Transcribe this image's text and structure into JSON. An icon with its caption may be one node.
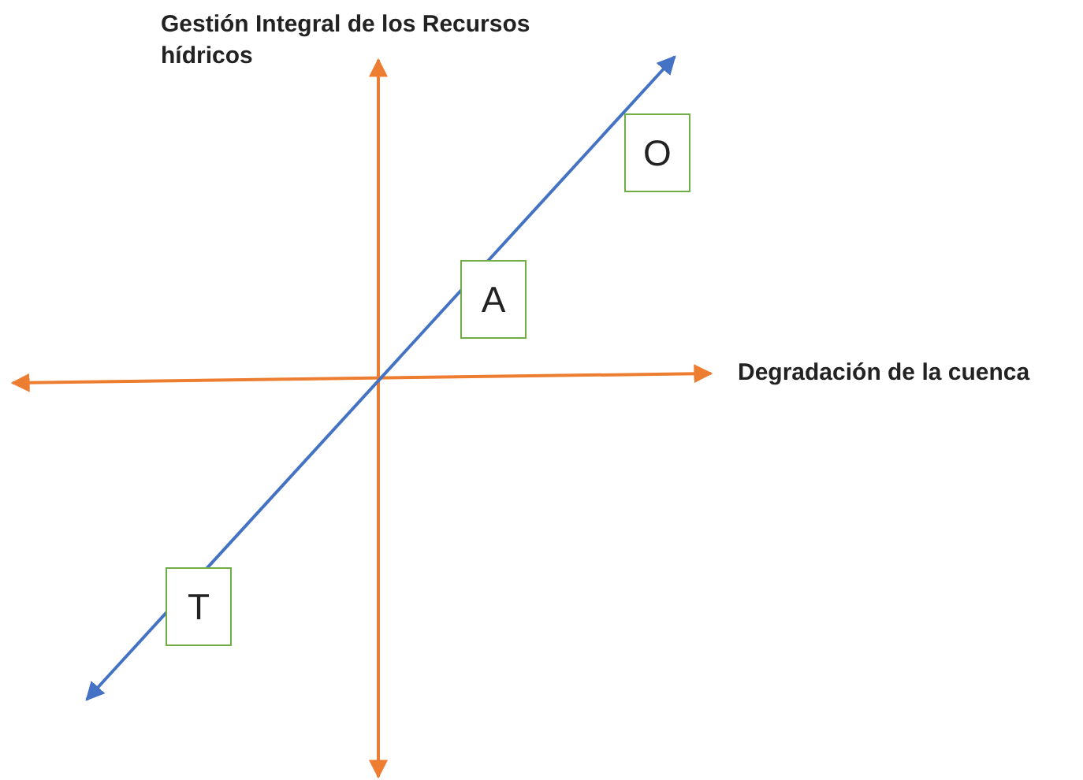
{
  "diagram": {
    "nodes": [
      {
        "text": [
          "O"
        ]
      },
      {
        "text": [
          "A"
        ]
      },
      {
        "text": [
          "T"
        ]
      }
    ],
    "labels": [
      "Gestión Integral de los Recursos hídricos",
      "Degradación de la cuenca"
    ]
  }
}
